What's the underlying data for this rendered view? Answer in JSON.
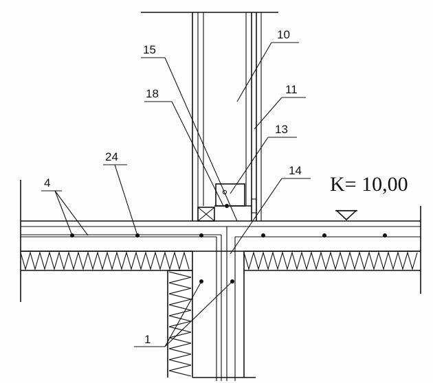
{
  "labels": {
    "l1": "1",
    "l4": "4",
    "l10": "10",
    "l11": "11",
    "l13": "13",
    "l14": "14",
    "l15": "15",
    "l18": "18",
    "l24": "24"
  },
  "level_mark": "K= 10,00"
}
